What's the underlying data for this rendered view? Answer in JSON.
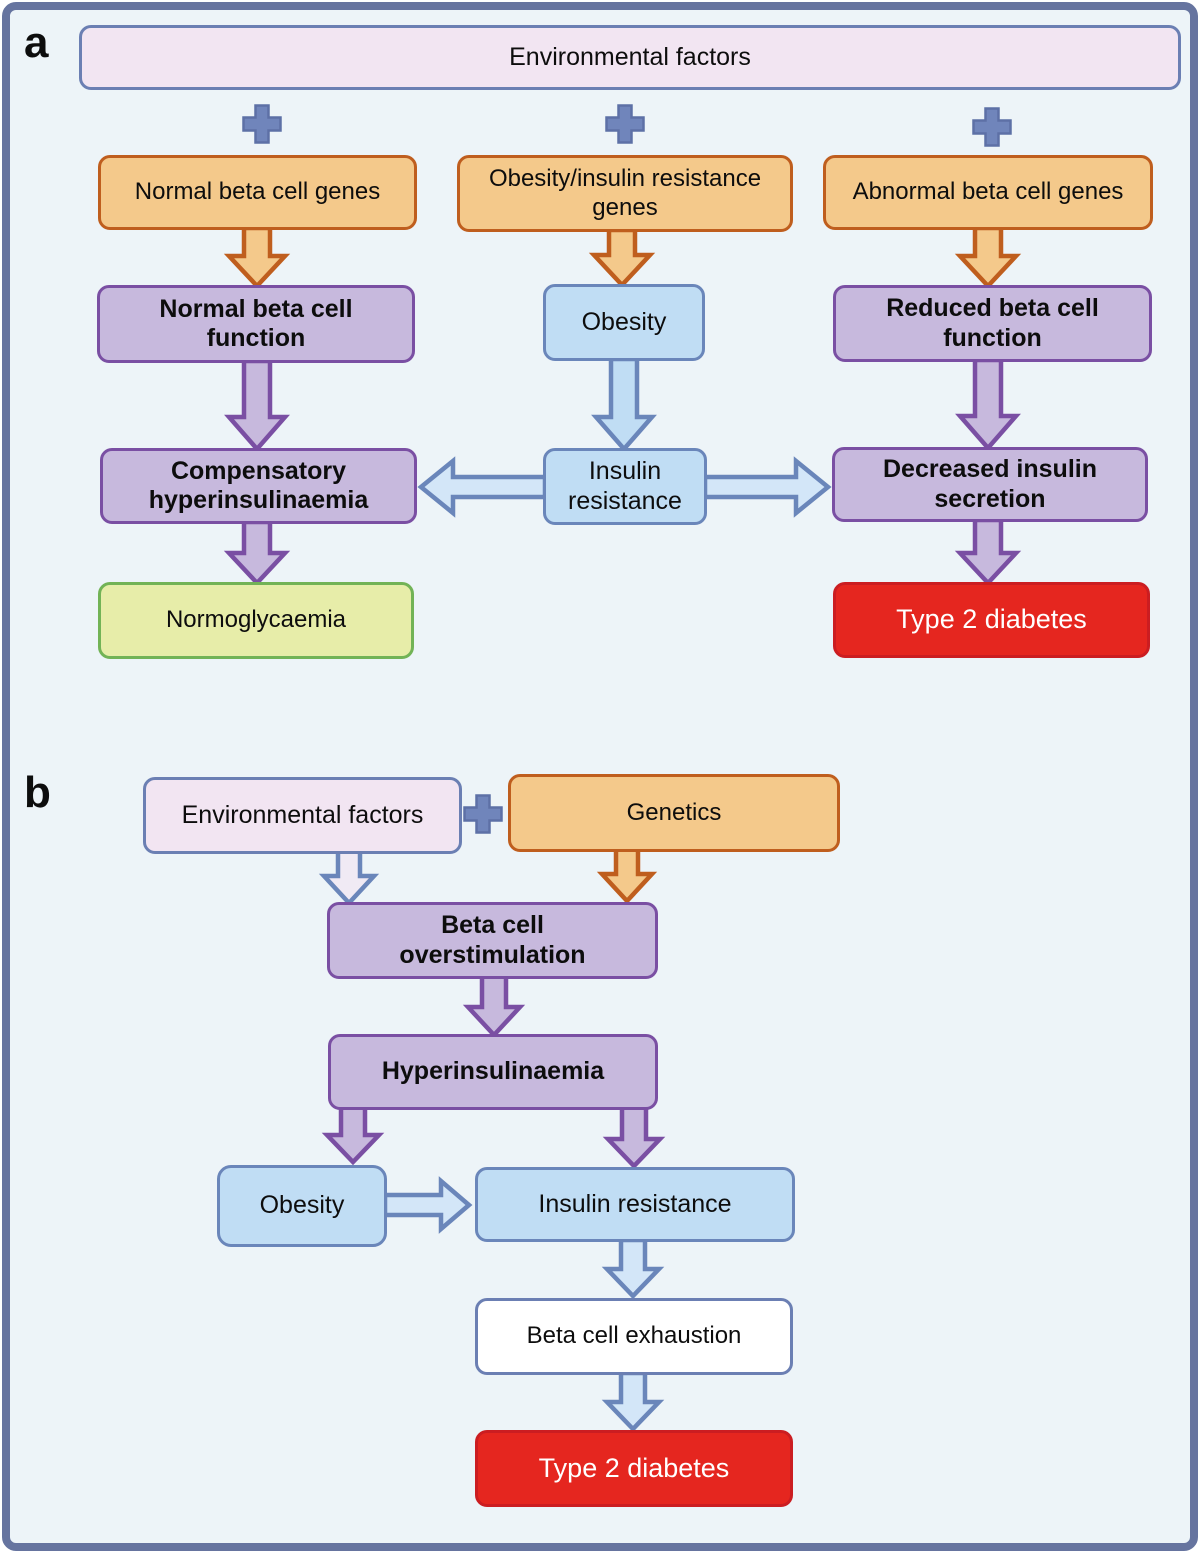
{
  "figure": {
    "panel_a": {
      "label": "a",
      "plus_sign": "+",
      "nodes": {
        "environmental_factors": "Environmental factors",
        "normal_genes": "Normal beta cell genes",
        "obesity_genes": "Obesity/insulin resistance\ngenes",
        "abnormal_genes": "Abnormal beta cell genes",
        "normal_function": "Normal beta cell\nfunction",
        "obesity": "Obesity",
        "reduced_function": "Reduced beta cell\nfunction",
        "compensatory_hyperinsulinaemia": "Compensatory\nhyperinsulinaemia",
        "insulin_resistance": "Insulin\nresistance",
        "decreased_insulin_secretion": "Decreased insulin\nsecretion",
        "normoglycaemia": "Normoglycaemia",
        "type_2_diabetes": "Type 2 diabetes"
      }
    },
    "panel_b": {
      "label": "b",
      "plus_sign": "+",
      "nodes": {
        "environmental_factors": "Environmental factors",
        "genetics": "Genetics",
        "beta_cell_overstimulation": "Beta cell\noverstimulation",
        "hyperinsulinaemia": "Hyperinsulinaemia",
        "obesity": "Obesity",
        "insulin_resistance": "Insulin resistance",
        "beta_cell_exhaustion": "Beta cell exhaustion",
        "type_2_diabetes": "Type 2 diabetes"
      }
    },
    "colors": {
      "panel_bg": "#edf4f8",
      "panel_border": "#66749f",
      "env_fill": "#f2e5f2",
      "env_border": "#6b7fb3",
      "orange_fill": "#f4c98b",
      "orange_border": "#bf5e1e",
      "purple_fill": "#c7b9dd",
      "purple_border": "#7a4fa3",
      "blue_fill": "#c0ddf4",
      "blue_border": "#6a86ba",
      "green_fill": "#e7eda9",
      "green_border": "#72b356",
      "red_fill": "#e5261f",
      "red_border": "#cb1d21",
      "lightblue_arrow_fill": "#d3e6f8",
      "light_env_arrow_fill": "#f0eaf4",
      "plus_fill": "#7085bb",
      "plus_stroke": "#5d70a6"
    }
  }
}
